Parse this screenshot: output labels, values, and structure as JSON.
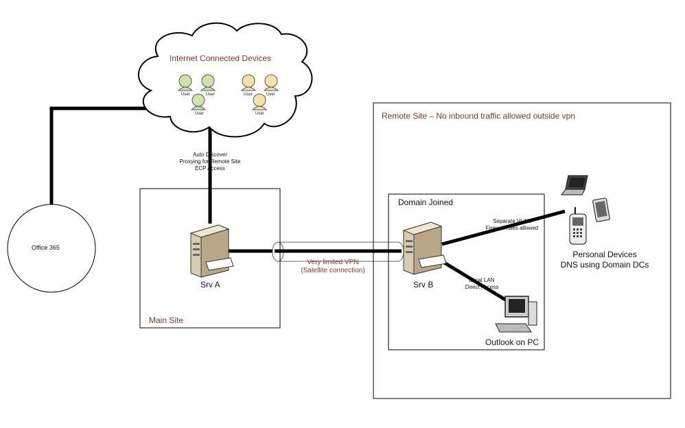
{
  "cloud": {
    "title": "Internet Connected Devices",
    "user_label": "User"
  },
  "links": {
    "internet_labels": [
      "Auto Discover",
      "Proxying for Remote Site",
      "ECP Access"
    ],
    "vpn_labels": [
      "Very limited VPN",
      "(Satellite connection)"
    ],
    "vlan_labels": [
      "Separate VLAN",
      "Firewall rules allowed"
    ],
    "lan_labels": [
      "Local LAN",
      "Direct Access"
    ]
  },
  "office365": {
    "label": "Office 365"
  },
  "main_site": {
    "label": "Main Site",
    "server_label": "Srv A"
  },
  "remote_site": {
    "label": "Remote Site – No inbound traffic allowed outside vpn",
    "domain_joined": {
      "label": "Domain Joined",
      "server_label": "Srv B",
      "pc_label": "Outlook on PC"
    },
    "personal_devices": [
      "Personal Devices",
      "DNS using Domain DCs"
    ]
  },
  "colors": {
    "label_accent": "#7a3a2a",
    "user_green": "#cfe3a8",
    "user_yellow": "#f4e2a8",
    "server_tan": "#e8dcc0"
  }
}
